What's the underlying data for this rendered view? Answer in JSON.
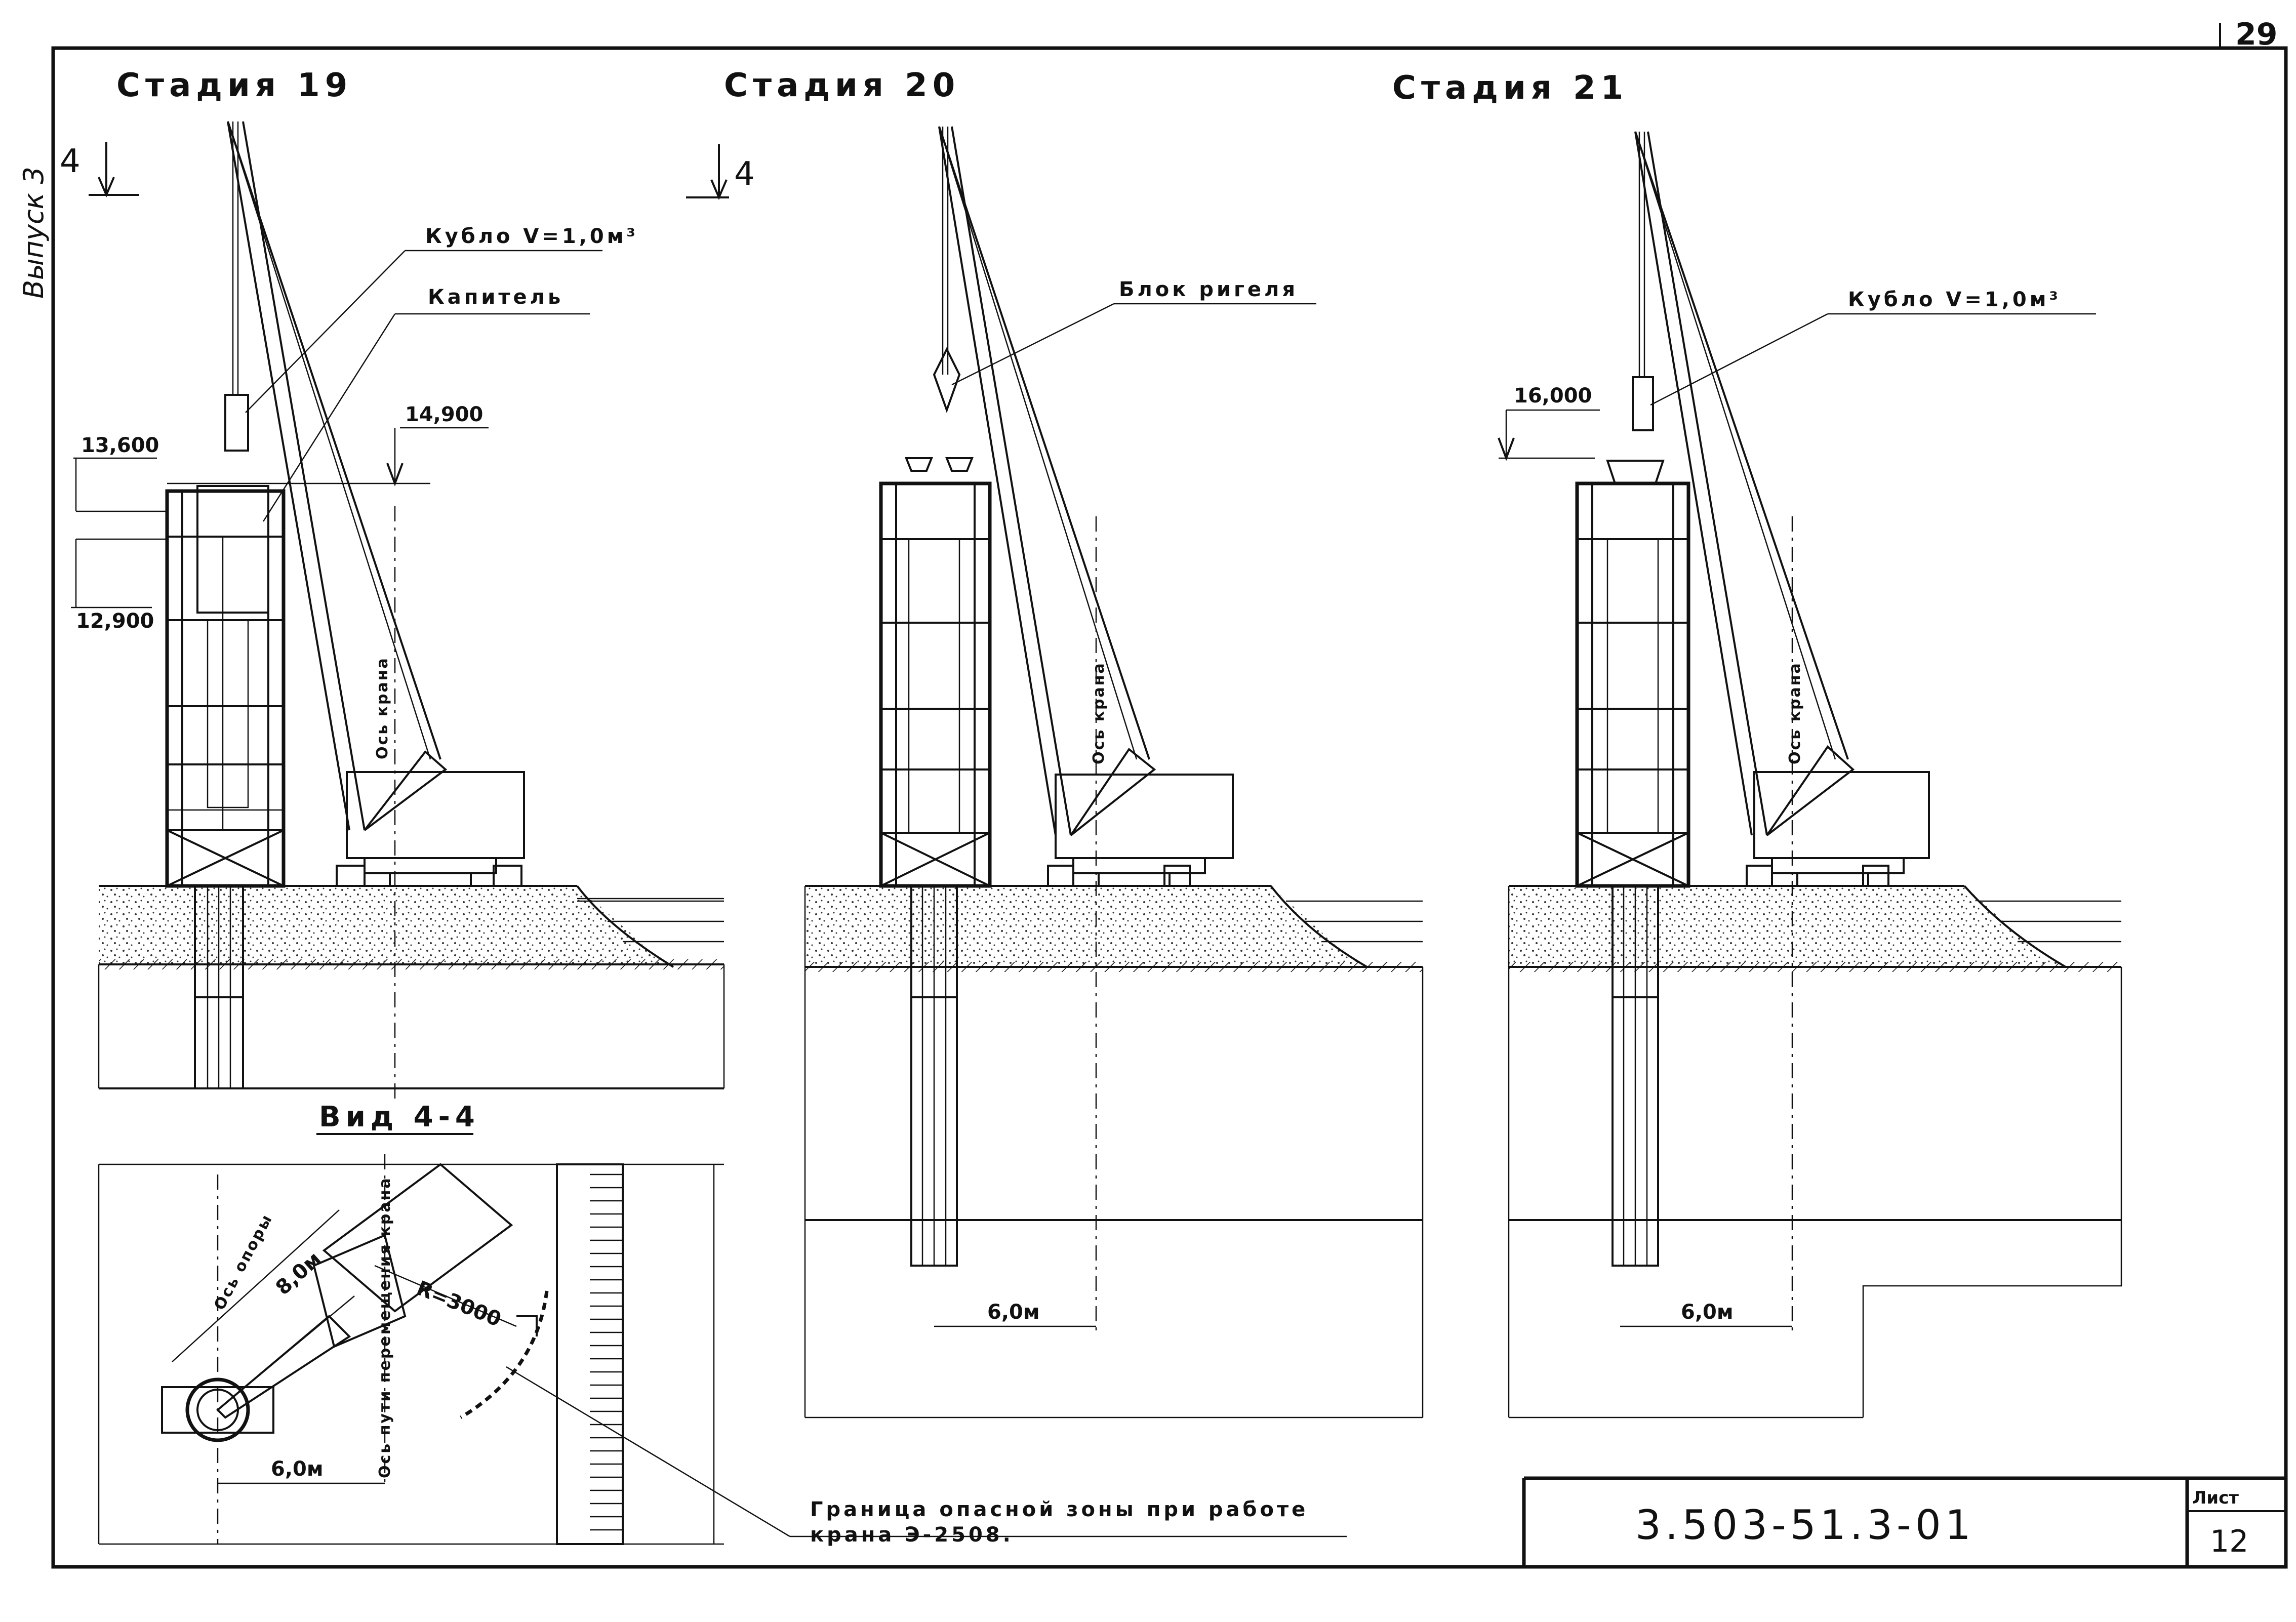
{
  "sheet": {
    "corner_number": "29",
    "edition_label": "Выпуск 3",
    "doc_code": "3.503-51.3-01",
    "sheet_label": "Лист",
    "sheet_number": "12"
  },
  "stages": [
    {
      "title": "Стадия 19",
      "section_mark": "4",
      "labels": {
        "bucket": "Кубло V=1,0м³",
        "capital": "Капитель",
        "elev_top": "14,900",
        "elev_mid": "13,600",
        "elev_low": "12,900",
        "crane_axis": "Ось крана"
      }
    },
    {
      "title": "Стадия 20",
      "section_mark": "4",
      "labels": {
        "block": "Блок ригеля",
        "crane_axis": "Ось крана",
        "dist": "6,0м"
      }
    },
    {
      "title": "Стадия 21",
      "labels": {
        "bucket": "Кубло V=1,0м³",
        "elev": "16,000",
        "crane_axis": "Ось крана",
        "dist": "6,0м"
      }
    }
  ],
  "view": {
    "title": "Вид 4-4",
    "support_axis": "Ось опоры",
    "radius_len": "8,0м",
    "radius": "R=3000",
    "track_axis": "Ось пути перемещения крана",
    "dist": "6,0м",
    "danger_note_line1": "Граница опасной зоны при работе",
    "danger_note_line2": "крана Э-2508."
  }
}
